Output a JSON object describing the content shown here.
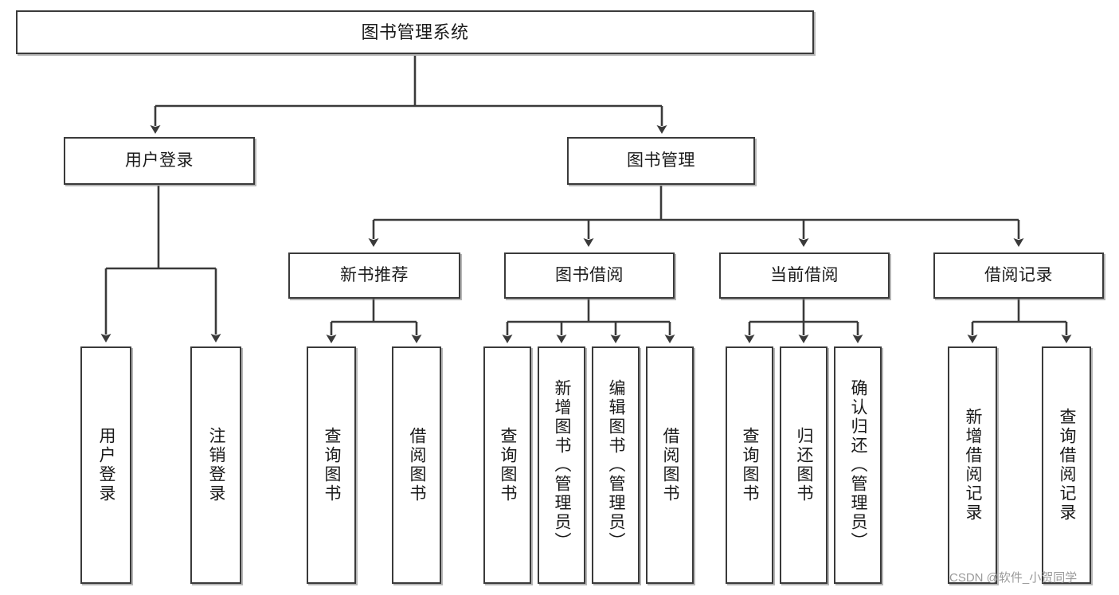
{
  "diagram": {
    "type": "tree",
    "title": "图书管理系统",
    "orientation": "top-down",
    "colors": {
      "box_border": "#3a3a3a",
      "box_fill": "#ffffff",
      "connector": "#3a3a3a",
      "watermark": "#9a9a9a"
    },
    "levels": {
      "level1": [
        "图书管理系统"
      ],
      "level2": [
        "用户登录",
        "图书管理"
      ],
      "level3": [
        "新书推荐",
        "图书借阅",
        "当前借阅",
        "借阅记录"
      ],
      "level4": [
        "用户登录",
        "注销登录",
        "查询图书",
        "借阅图书",
        "查询图书",
        "新增图书（管理员）",
        "编辑图书（管理员）",
        "借阅图书",
        "查询图书",
        "归还图书",
        "确认归还（管理员）",
        "新增借阅记录",
        "查询借阅记录"
      ]
    }
  },
  "nodes": {
    "root": {
      "label": "图书管理系统"
    },
    "user_login": {
      "label": "用户登录"
    },
    "book_manage": {
      "label": "图书管理"
    },
    "new_book_rec": {
      "label": "新书推荐"
    },
    "book_borrow": {
      "label": "图书借阅"
    },
    "current_borrow": {
      "label": "当前借阅"
    },
    "borrow_record": {
      "label": "借阅记录"
    },
    "leaf_user_login": {
      "label": "用户登录"
    },
    "leaf_logout": {
      "label": "注销登录"
    },
    "leaf_query_book_a": {
      "label": "查询图书"
    },
    "leaf_borrow_book_a": {
      "label": "借阅图书"
    },
    "leaf_query_book_b": {
      "label": "查询图书"
    },
    "leaf_add_book": {
      "label": "新增图书（管理员）"
    },
    "leaf_edit_book": {
      "label": "编辑图书（管理员）"
    },
    "leaf_borrow_book_b": {
      "label": "借阅图书"
    },
    "leaf_query_book_c": {
      "label": "查询图书"
    },
    "leaf_return_book": {
      "label": "归还图书"
    },
    "leaf_confirm_return": {
      "label": "确认归还（管理员）"
    },
    "leaf_add_record": {
      "label": "新增借阅记录"
    },
    "leaf_query_record": {
      "label": "查询借阅记录"
    }
  },
  "watermark": {
    "text": "CSDN @软件_小贺同学"
  }
}
